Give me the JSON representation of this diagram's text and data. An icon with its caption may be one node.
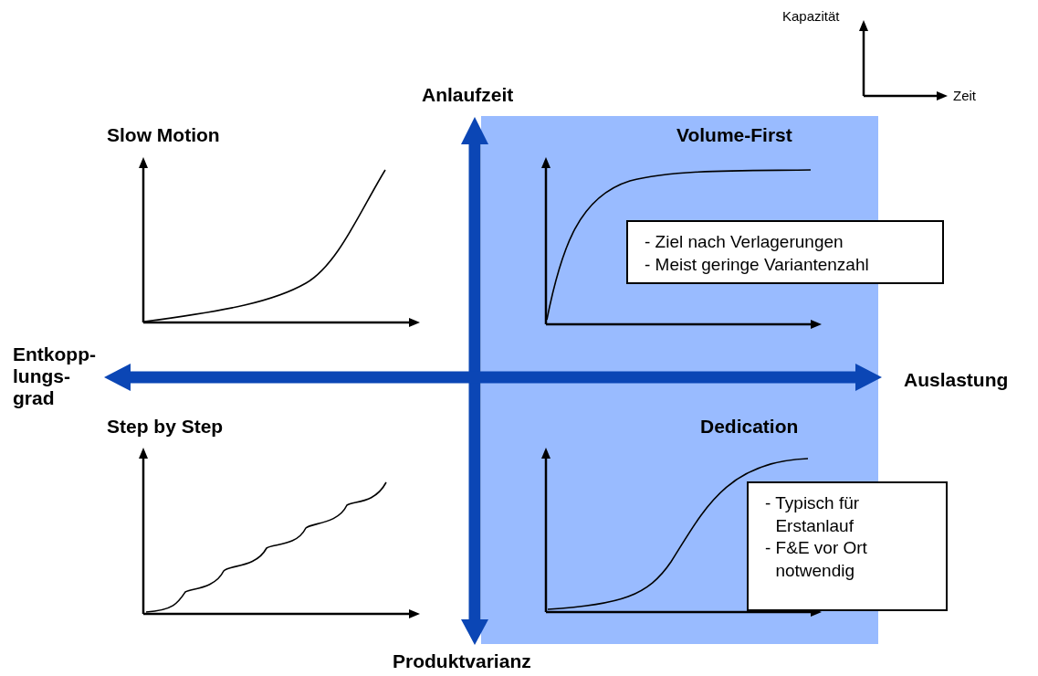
{
  "diagram": {
    "nodes": [
      {
        "text": [
          "- Ziel nach Verlagerungen",
          "- Meist geringe Variantenzahl"
        ]
      },
      {
        "text": [
          "- Typisch für Erstanlauf",
          "- F&E vor Ort notwendig"
        ]
      }
    ],
    "labels": [
      "Kapazität",
      "Zeit",
      "Anlaufzeit",
      "Slow Motion",
      "Volume-First",
      "Entkopp- lungs- grad",
      "Auslastung",
      "Step by Step",
      "Dedication",
      "Produktvarianz"
    ]
  }
}
